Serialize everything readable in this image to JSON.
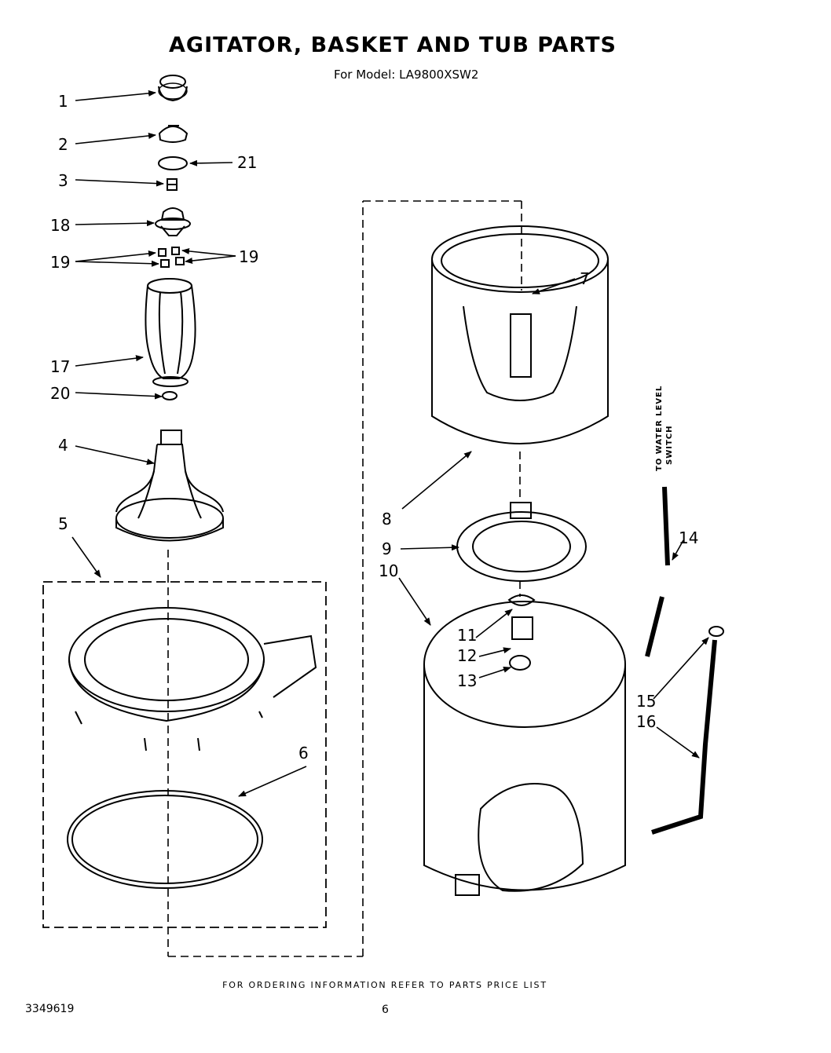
{
  "title": "AGITATOR, BASKET AND TUB PARTS",
  "subtitle": "For Model: LA9800XSW2",
  "side_note": [
    "TO WATER LEVEL",
    "SWITCH"
  ],
  "footer": "FOR ORDERING INFORMATION REFER TO PARTS PRICE LIST",
  "doc_number": "3349619",
  "page_number": "6",
  "callouts": {
    "c1": "1",
    "c2": "2",
    "c21": "21",
    "c3": "3",
    "c18": "18",
    "c19a": "19",
    "c19b": "19",
    "c17": "17",
    "c20": "20",
    "c4": "4",
    "c5": "5",
    "c6": "6",
    "c7": "7",
    "c8": "8",
    "c9": "9",
    "c10": "10",
    "c11": "11",
    "c12": "12",
    "c13": "13",
    "c14": "14",
    "c15": "15",
    "c16": "16"
  }
}
